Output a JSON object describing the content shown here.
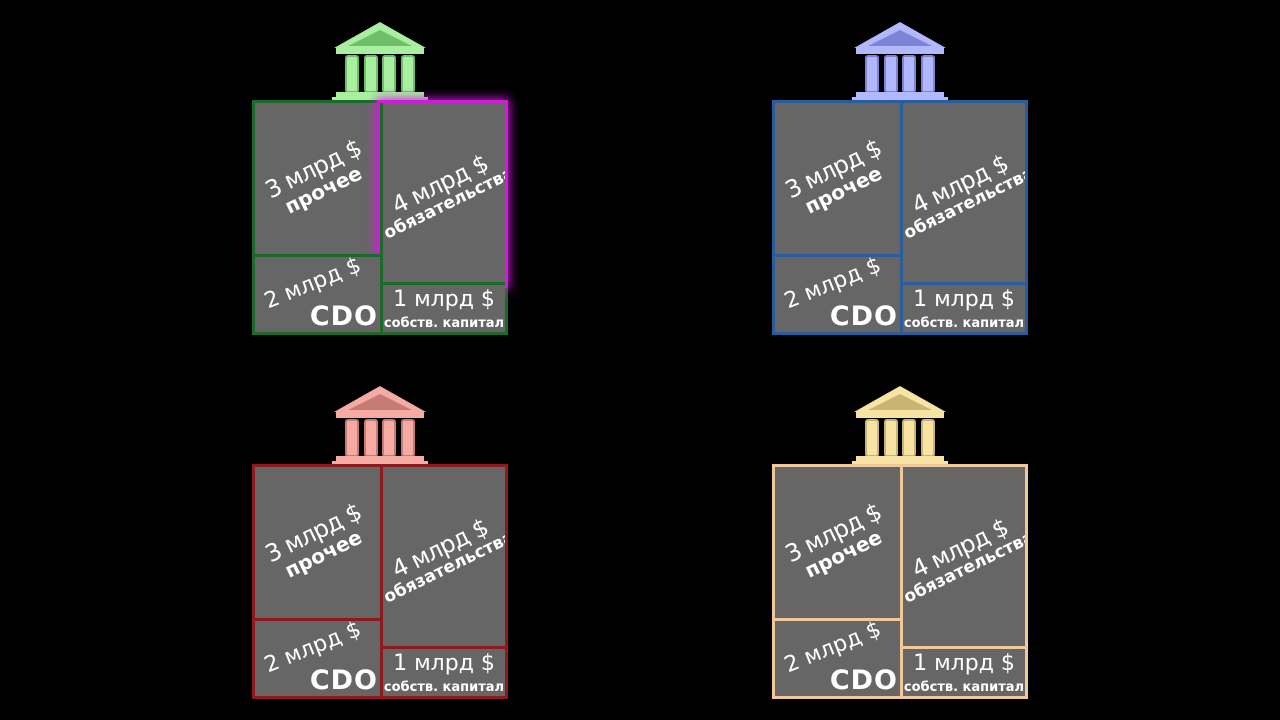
{
  "banks": [
    {
      "id": "green",
      "icon_color": "#a8f0a0",
      "icon_shade": "#6fbf6a",
      "border_color": "#1a6a2a",
      "highlight_liabilities": true,
      "highlight_color": "#d21adc",
      "other": {
        "amount": "3 млрд $",
        "label": "прочее"
      },
      "liabilities": {
        "amount": "4 млрд $",
        "label": "обязательства"
      },
      "cdo": {
        "amount": "2 млрд $",
        "label": "CDO"
      },
      "equity": {
        "amount": "1 млрд $",
        "label": "собств. капитал"
      }
    },
    {
      "id": "blue",
      "icon_color": "#b2b8ff",
      "icon_shade": "#7d84d6",
      "border_color": "#2a5d9c",
      "highlight_liabilities": false,
      "other": {
        "amount": "3 млрд $",
        "label": "прочее"
      },
      "liabilities": {
        "amount": "4 млрд $",
        "label": "обязательства"
      },
      "cdo": {
        "amount": "2 млрд $",
        "label": "CDO"
      },
      "equity": {
        "amount": "1 млрд $",
        "label": "собств. капитал"
      }
    },
    {
      "id": "red",
      "icon_color": "#f5aaa4",
      "icon_shade": "#c67a74",
      "border_color": "#8c1a1e",
      "highlight_liabilities": false,
      "other": {
        "amount": "3 млрд $",
        "label": "прочее"
      },
      "liabilities": {
        "amount": "4 млрд $",
        "label": "обязательства"
      },
      "cdo": {
        "amount": "2 млрд $",
        "label": "CDO"
      },
      "equity": {
        "amount": "1 млрд $",
        "label": "собств. капитал"
      }
    },
    {
      "id": "yellow",
      "icon_color": "#f7e3a4",
      "icon_shade": "#c9b474",
      "border_color": "#f0c89a",
      "highlight_liabilities": false,
      "other": {
        "amount": "3 млрд $",
        "label": "прочее"
      },
      "liabilities": {
        "amount": "4 млрд $",
        "label": "обязательства"
      },
      "cdo": {
        "amount": "2 млрд $",
        "label": "CDO"
      },
      "equity": {
        "amount": "1 млрд $",
        "label": "собств. капитал"
      }
    }
  ]
}
